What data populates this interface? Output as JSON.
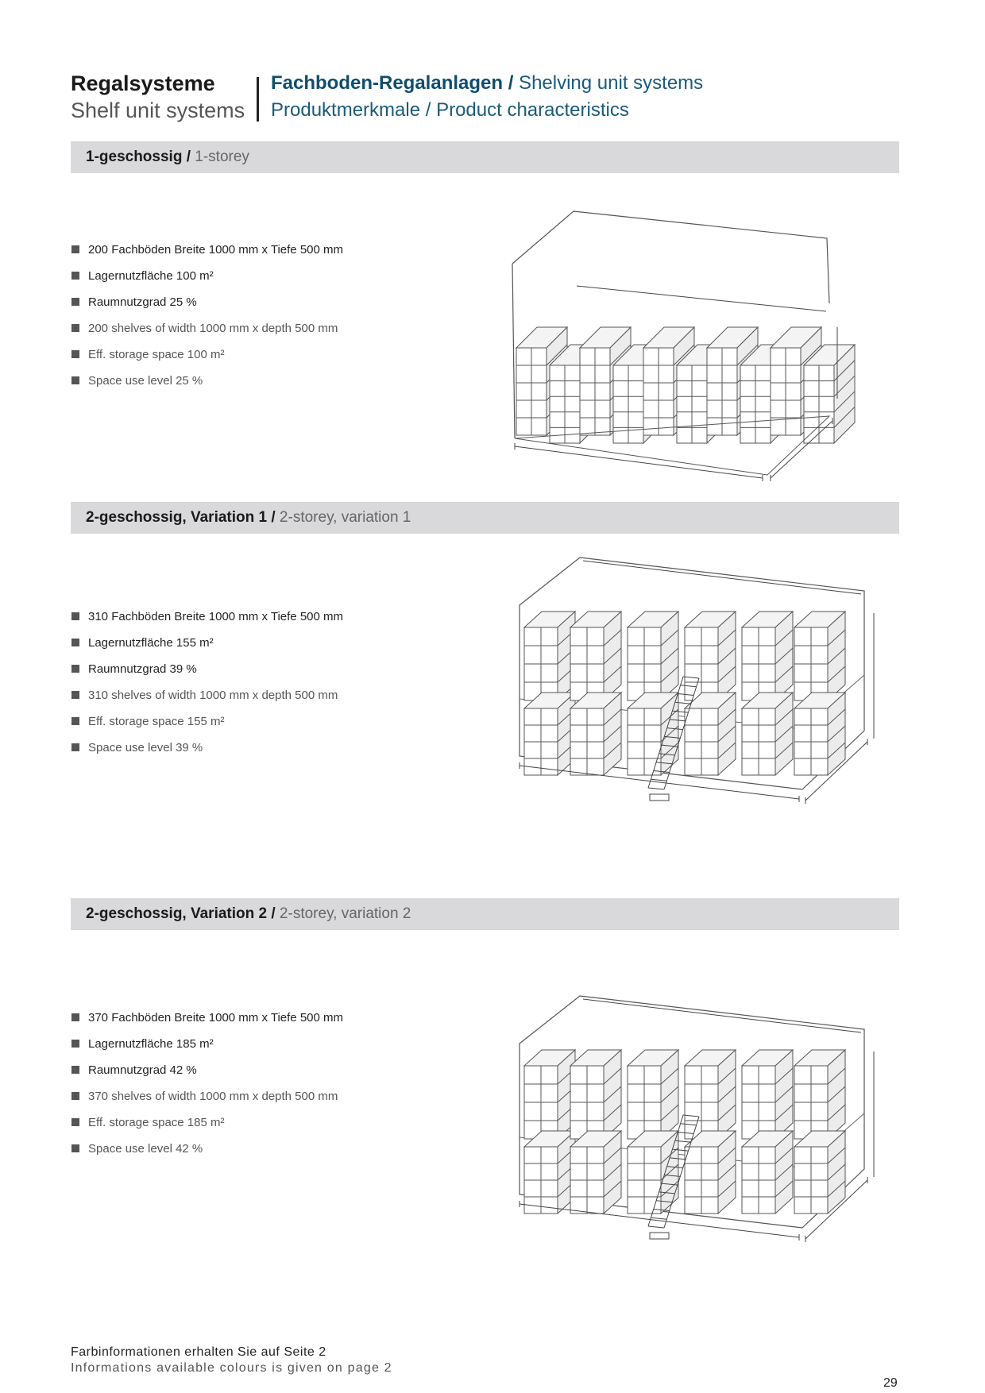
{
  "header": {
    "title_de": "Regalsysteme",
    "title_en": "Shelf unit systems",
    "line1_bold": "Fachboden-Regalanlagen /",
    "line1_rest": " Shelving unit systems",
    "line2": "Produktmerkmale / Product characteristics"
  },
  "sections": [
    {
      "title_de": "1-geschossig /",
      "title_en": " 1-storey",
      "bullets": [
        "200 Fachböden Breite 1000 mm x Tiefe 500 mm",
        "Lagernutzfläche 100 m²",
        "Raumnutzgrad 25 %",
        "200 shelves of width 1000 mm x depth 500 mm",
        "Eff. storage space 100 m²",
        "Space use level 25 %"
      ]
    },
    {
      "title_de": "2-geschossig, Variation 1 /",
      "title_en": " 2-storey, variation 1",
      "bullets": [
        "310 Fachböden Breite 1000 mm x Tiefe 500 mm",
        "Lagernutzfläche 155 m²",
        "Raumnutzgrad 39 %",
        "310 shelves of width 1000 mm x depth 500 mm",
        "Eff. storage space 155 m²",
        "Space use level 39 %"
      ]
    },
    {
      "title_de": "2-geschossig, Variation 2 /",
      "title_en": " 2-storey, variation 2",
      "bullets": [
        "370 Fachböden Breite 1000 mm x Tiefe 500 mm",
        "Lagernutzfläche 185 m²",
        "Raumnutzgrad 42 %",
        "370 shelves of width 1000 mm x depth 500 mm",
        "Eff. storage space 185 m²",
        "Space use level 42 %"
      ]
    }
  ],
  "footer": {
    "line_de": "Farbinformationen erhalten Sie auf Seite 2",
    "line_en": "Informations available colours is given on page 2",
    "page_number": "29"
  }
}
